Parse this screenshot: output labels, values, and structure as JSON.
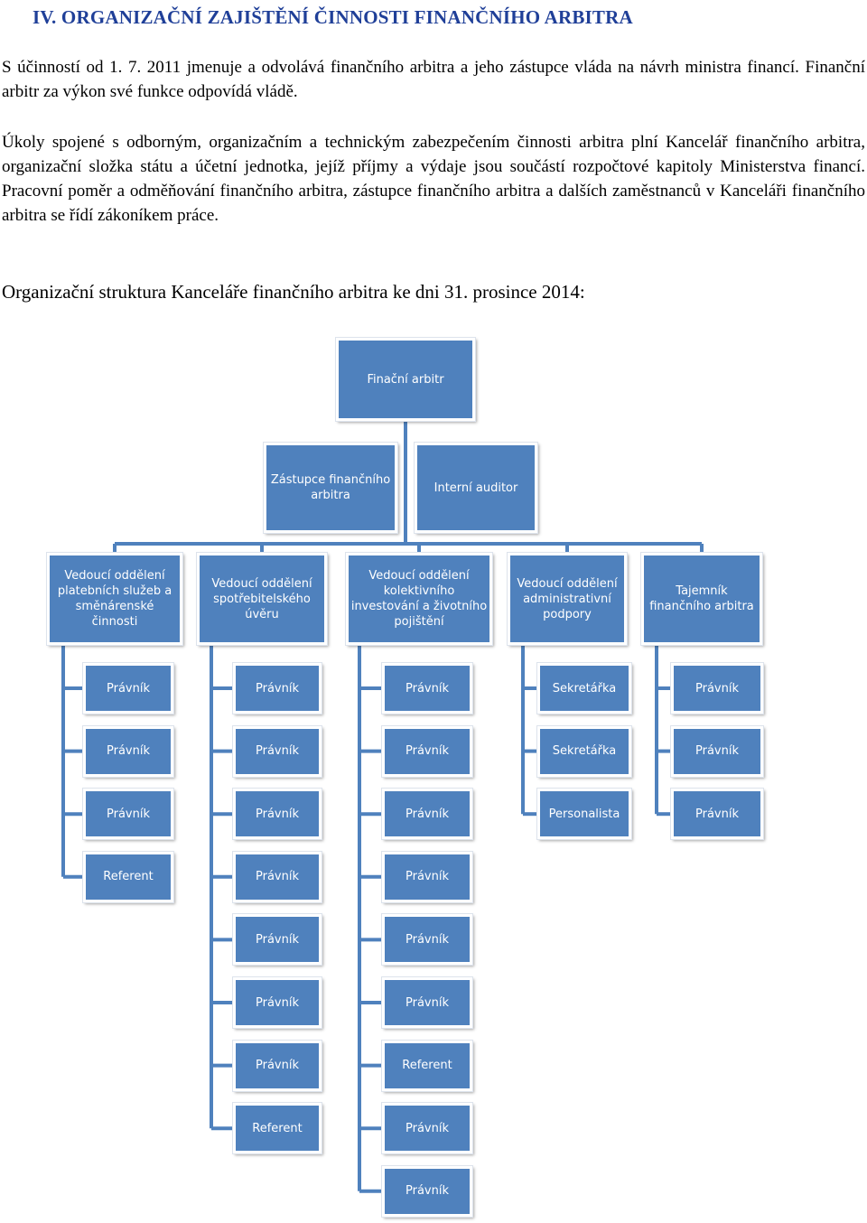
{
  "heading": "IV.   ORGANIZAČNÍ ZAJIŠTĚNÍ ČINNOSTI FINANČNÍHO ARBITRA",
  "paragraph1": "S účinností od 1. 7. 2011 jmenuje a odvolává finančního arbitra a jeho zástupce vláda na návrh ministra financí. Finanční arbitr za výkon své funkce odpovídá vládě.",
  "paragraph2": "Úkoly spojené s odborným, organizačním a technickým zabezpečením činnosti arbitra plní Kancelář finančního arbitra, organizační složka státu a účetní jednotka, jejíž příjmy a výdaje jsou součástí rozpočtové kapitoly Ministerstva financí. Pracovní poměr a odměňování finančního arbitra, zástupce finančního arbitra a dalších zaměstnanců v Kanceláři finančního arbitra se řídí zákoníkem práce.",
  "caption": "Organizační struktura Kanceláře finančního arbitra ke dni 31. prosince 2014:",
  "colors": {
    "heading": "#1f3f98",
    "box": "#4f81bd",
    "line": "#4f81bd"
  },
  "org": {
    "top": "Finační arbitr",
    "second": [
      "Zástupce finančního\narbitra",
      "Interní auditor"
    ],
    "departments": [
      {
        "head": "Vedoucí oddělení\nplatebních služeb a\nsměnárenské činnosti",
        "staff": [
          "Právník",
          "Právník",
          "Právník",
          "Referent"
        ]
      },
      {
        "head": "Vedoucí oddělení\nspotřebitelského\núvěru",
        "staff": [
          "Právník",
          "Právník",
          "Právník",
          "Právník",
          "Právník",
          "Právník",
          "Právník",
          "Referent"
        ]
      },
      {
        "head": "Vedoucí oddělení\nkolektivního\ninvestování a životního\npojištění",
        "staff": [
          "Právník",
          "Právník",
          "Právník",
          "Právník",
          "Právník",
          "Právník",
          "Referent",
          "Právník",
          "Právník"
        ]
      },
      {
        "head": "Vedoucí oddělení\nadministrativní\npodpory",
        "staff": [
          "Sekretářka",
          "Sekretářka",
          "Personalista"
        ]
      },
      {
        "head": "Tajemník\nfinančního arbitra",
        "staff": [
          "Právník",
          "Právník",
          "Právník"
        ]
      }
    ]
  }
}
